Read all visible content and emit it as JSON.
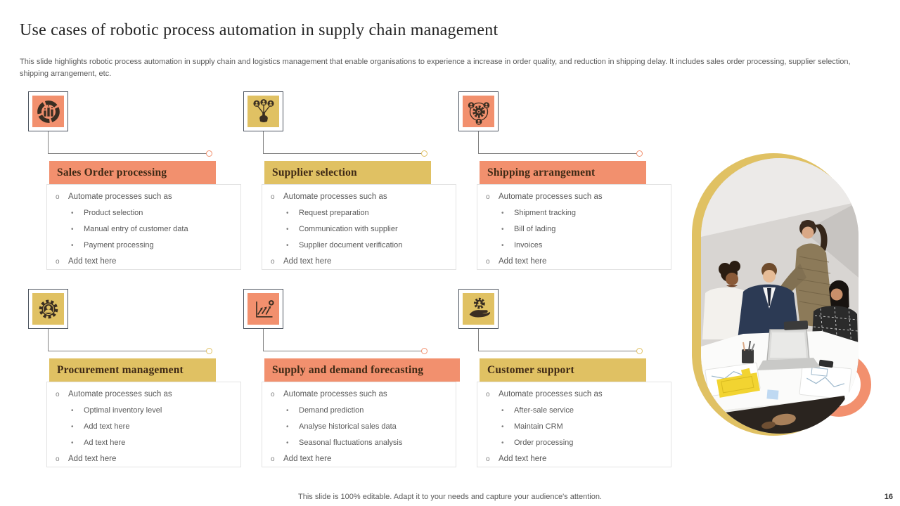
{
  "slide": {
    "title": "Use cases of robotic process automation in supply chain management",
    "description": "This slide highlights robotic process automation in supply chain and logistics management that enable organisations to experience a increase in order quality, and reduction in shipping delay. It includes sales order processing, supplier selection, shipping arrangement, etc.",
    "footer": "This slide is 100% editable. Adapt it to your needs and capture your audience's attention.",
    "page_number": "16"
  },
  "colors": {
    "salmon": "#F2906E",
    "gold": "#E0C163",
    "header_text": "#3F2A16",
    "body_text": "#595959",
    "icon_dark": "#3A2E22"
  },
  "cards": [
    {
      "title": "Sales Order processing",
      "accent": "salmon",
      "icon": "circular-chart-icon",
      "lead": "Automate processes such as",
      "subs": [
        "Product selection",
        "Manual entry of customer data",
        "Payment processing"
      ],
      "tail": "Add text here"
    },
    {
      "title": "Supplier selection",
      "accent": "gold",
      "icon": "hand-select-people-icon",
      "lead": "Automate processes such as",
      "subs": [
        "Request preparation",
        "Communication with supplier",
        "Supplier document verification"
      ],
      "tail": "Add text here"
    },
    {
      "title": "Shipping arrangement",
      "accent": "salmon",
      "icon": "gear-network-icon",
      "lead": "Automate processes such as",
      "subs": [
        "Shipment tracking",
        "Bill of lading",
        "Invoices"
      ],
      "tail": "Add text here"
    },
    {
      "title": "Procurement management",
      "accent": "gold",
      "icon": "gear-person-icon",
      "lead": "Automate processes such as",
      "subs": [
        "Optimal inventory level",
        "Add text here",
        "Ad text here"
      ],
      "tail": "Add text here"
    },
    {
      "title": "Supply and demand forecasting",
      "accent": "salmon",
      "icon": "growth-chart-icon",
      "lead": "Automate processes such as",
      "subs": [
        "Demand prediction",
        "Analyse historical sales data",
        "Seasonal fluctuations analysis"
      ],
      "tail": "Add text here"
    },
    {
      "title": "Customer support",
      "accent": "gold",
      "icon": "hand-gear-icon",
      "lead": "Automate processes such as",
      "subs": [
        "After-sale service",
        "Maintain CRM",
        "Order processing"
      ],
      "tail": "Add text here"
    }
  ]
}
